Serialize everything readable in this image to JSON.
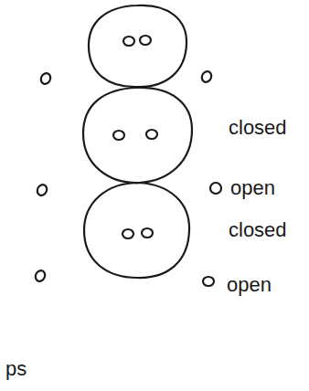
{
  "diagram": {
    "labels": [
      "closed",
      "open",
      "closed",
      "open",
      "ps"
    ]
  }
}
